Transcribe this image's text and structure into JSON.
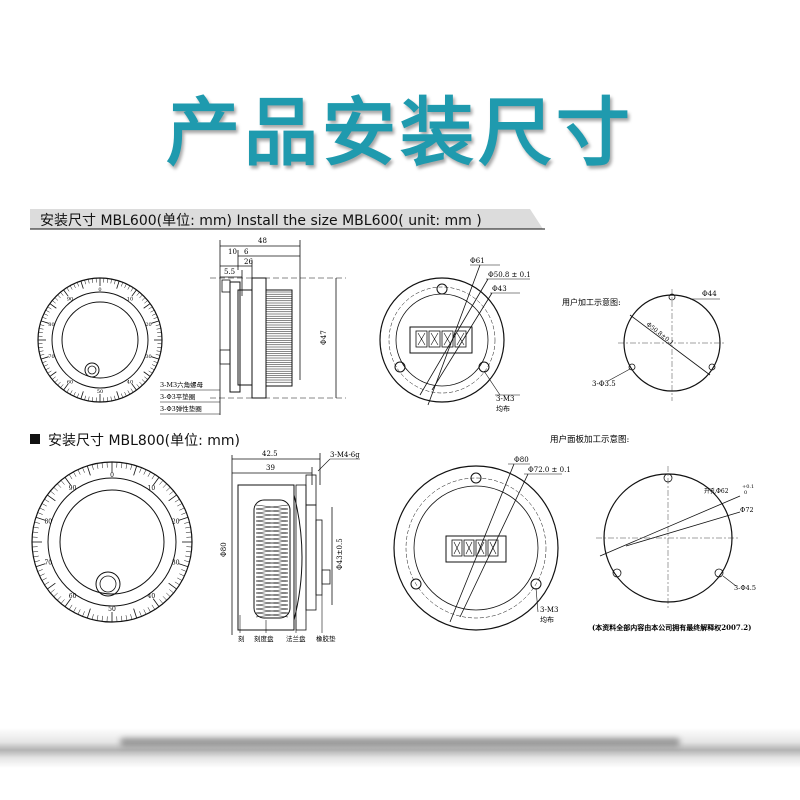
{
  "title": "产品安装尺寸",
  "colors": {
    "title": "#1f9aae",
    "line": "#111111",
    "tab_bg": "#dcdcdc"
  },
  "mbl600": {
    "heading": "安装尺寸 MBL600(单位: mm)  Install the size MBL600( unit: mm )",
    "side_dims": {
      "total": "48",
      "d10": "10",
      "d6": "6",
      "d26": "26",
      "d5_5": "5.5",
      "phi47": "Φ47"
    },
    "side_labels": [
      "3-M3六角螺母",
      "3-Φ3平垫圈",
      "3-Φ3弹性垫圈"
    ],
    "dial_numbers": [
      "0",
      "10",
      "20",
      "30",
      "40",
      "50",
      "60",
      "70",
      "80",
      "90"
    ],
    "rear_dims": {
      "phi61": "Φ61",
      "phi50_8": "Φ50.8 ± 0.1",
      "phi43": "Φ43",
      "m3_label": "3-M3",
      "m3_sub": "均布"
    },
    "panel": {
      "title": "用户加工示意图:",
      "phi44": "Φ44",
      "phi50_8": "Φ50.8±0.1",
      "hole": "3-Φ3.5"
    }
  },
  "mbl800": {
    "heading": "安装尺寸 MBL800(单位: mm)",
    "dial_numbers": [
      "0",
      "10",
      "20",
      "30",
      "40",
      "50",
      "60",
      "70",
      "80",
      "90"
    ],
    "side_dims": {
      "d42_5": "42.5",
      "d39": "39",
      "m4": "3-M4-6g",
      "phi80": "Φ80",
      "phi43": "Φ43±0.5"
    },
    "side_labels": [
      "刻",
      "刻度盘",
      "法兰盘",
      "橡胶垫"
    ],
    "rear_dims": {
      "phi80": "Φ80",
      "phi72": "Φ72.0 ± 0.1",
      "m3_label": "3-M3",
      "m3_sub": "均布"
    },
    "panel": {
      "title": "用户面板加工示意图:",
      "phi62": "开孔Φ62",
      "tol": "+0.1",
      "tol2": "0",
      "phi72": "Φ72",
      "hole": "3-Φ4.5"
    },
    "copyright": "(本资料全部内容由本公司拥有最终解释权2007.2)"
  }
}
